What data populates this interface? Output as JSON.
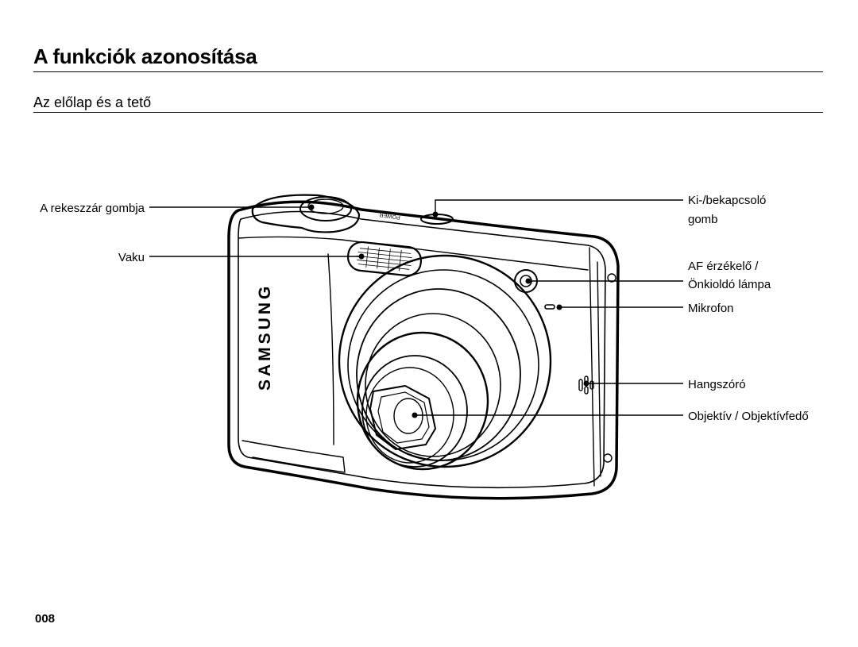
{
  "page": {
    "title": "A funkciók azonosítása",
    "section_title": "Az előlap és a tető",
    "page_number": "008"
  },
  "diagram": {
    "brand": "SAMSUNG",
    "power_marking": "POWER",
    "labels": {
      "shutter": "A rekeszzár gombja",
      "flash": "Vaku",
      "power_line1": "Ki-/bekapcsoló",
      "power_line2": "gomb",
      "af_line1": "AF érzékelő /",
      "af_line2": "Önkioldó lámpa",
      "microphone": "Mikrofon",
      "speaker": "Hangszóró",
      "lens": "Objektív / Objektívfedő"
    }
  }
}
